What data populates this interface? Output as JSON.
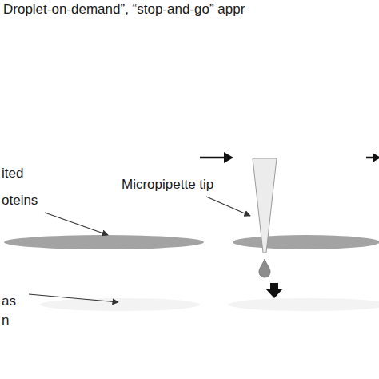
{
  "diagram": {
    "title": "Droplet-on-demand”, “stop-and-go” appr",
    "labels": [
      "Micropipette tip",
      "ited oteins",
      "as n"
    ]
  }
}
